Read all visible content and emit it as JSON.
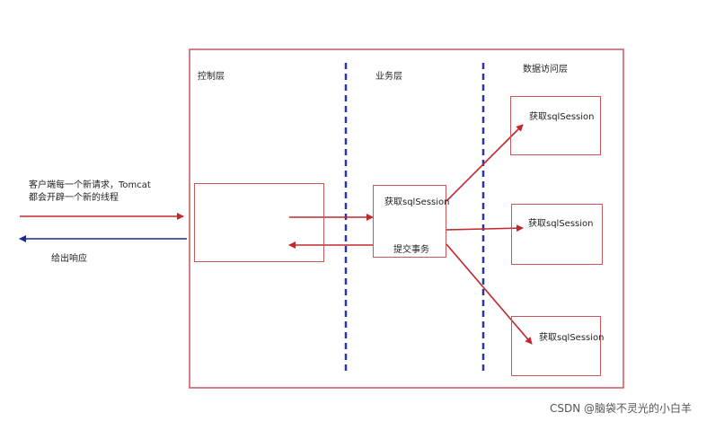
{
  "layers": {
    "controller": "控制层",
    "service": "业务层",
    "dao": "数据访问层"
  },
  "client": {
    "request_line1": "客户端每一个新请求，Tomcat",
    "request_line2": "都会开辟一个新的线程",
    "response": "给出响应"
  },
  "service_box": {
    "get_session": "获取sqlSession",
    "commit": "提交事务"
  },
  "dao_boxes": [
    {
      "label": "获取sqlSession"
    },
    {
      "label": "获取sqlSession"
    },
    {
      "label": "获取sqlSession"
    }
  ],
  "colors": {
    "box_border": "#c8575c",
    "request_arrow": "#c0282e",
    "response_arrow": "#1f2a8c",
    "divider": "#2a36a0"
  },
  "watermark": "CSDN @脑袋不灵光的小白羊"
}
